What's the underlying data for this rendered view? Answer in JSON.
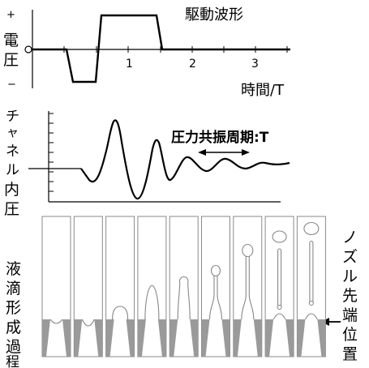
{
  "waveform": {
    "title": "駆動波形",
    "plus_sign": "+",
    "minus_sign": "−",
    "zero_marker": "0",
    "y_label_chars": [
      "電",
      "圧"
    ],
    "x_ticks": [
      "1",
      "2",
      "3"
    ],
    "x_label": "時間/T"
  },
  "pressure": {
    "y_label_chars": [
      "チ",
      "ャ",
      "ネ",
      "ル",
      "内",
      "圧"
    ],
    "period_label": "圧力共振周期:T"
  },
  "droplet": {
    "y_label_chars": [
      "液",
      "滴",
      "形",
      "成",
      "過",
      "程"
    ],
    "nozzle_label_chars": [
      "ノ",
      "ズ",
      "ル",
      "先",
      "端",
      "位",
      "置"
    ],
    "channel_count": 9
  },
  "colors": {
    "line": "#000000",
    "nozzle_fill": "#9a9a9a",
    "channel_outline": "#8a8a8a",
    "meniscus_outline": "#888888"
  }
}
